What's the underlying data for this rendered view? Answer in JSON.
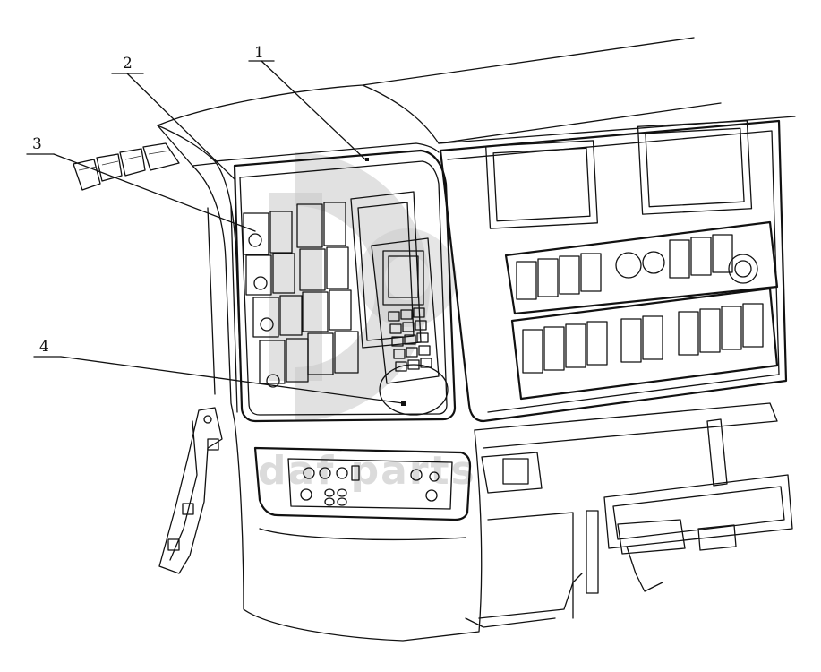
{
  "callouts": [
    {
      "label": "1"
    },
    {
      "label": "2"
    },
    {
      "label": "3"
    },
    {
      "label": "4"
    }
  ],
  "watermark": {
    "text": "daf parts",
    "color": "#c8c8c8"
  },
  "line_color": "#111111"
}
